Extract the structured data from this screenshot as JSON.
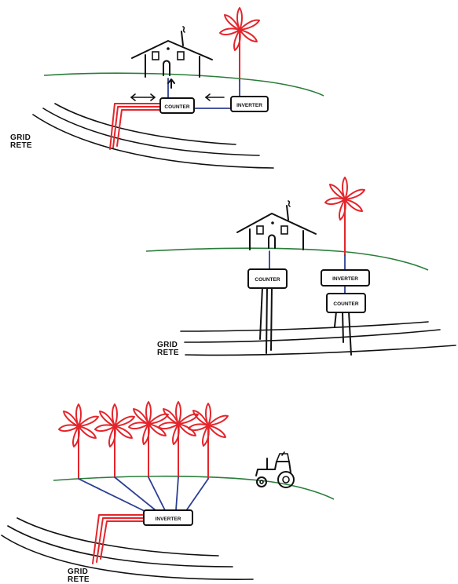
{
  "colors": {
    "ink": "#111111",
    "hill": "#2a7d3a",
    "turbine": "#e4252b",
    "cable": "#2c3f93",
    "background": "#ffffff"
  },
  "scene1": {
    "counter_label": "COUNTER",
    "inverter_label": "INVERTER",
    "grid_label_line1": "GRID",
    "grid_label_line2": "RETE",
    "icons": [
      "house-icon",
      "wind-turbine-icon",
      "arrow-left-icon",
      "arrow-double-icon",
      "arrow-up-icon"
    ]
  },
  "scene2": {
    "counter_label": "COUNTER",
    "inverter_label": "INVERTER",
    "counter2_label": "COUNTER",
    "grid_label_line1": "GRID",
    "grid_label_line2": "RETE",
    "icons": [
      "house-icon",
      "wind-turbine-icon"
    ]
  },
  "scene3": {
    "inverter_label": "INVERTER",
    "grid_label_line1": "GRID",
    "grid_label_line2": "RETE",
    "turbine_count": 5,
    "icons": [
      "wind-turbine-icon",
      "tractor-icon"
    ]
  }
}
